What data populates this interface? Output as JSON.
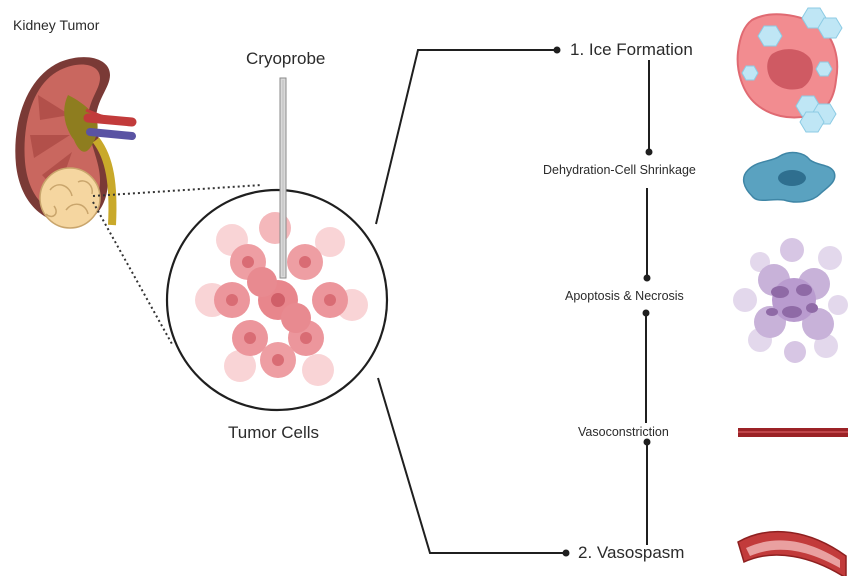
{
  "labels": {
    "kidney_tumor": "Kidney Tumor",
    "cryoprobe": "Cryoprobe",
    "tumor_cells": "Tumor Cells",
    "ice_formation": "1.  Ice Formation",
    "dehydration": "Dehydration-Cell Shrinkage",
    "apoptosis": "Apoptosis & Necrosis",
    "vasoconstriction": "Vasoconstriction",
    "vasospasm": "2. Vasospasm"
  },
  "colors": {
    "connector": "#1f1f1f",
    "tumor_cell": "#e8868c",
    "kidney_tissue": "#c9675f",
    "tumor_mass": "#f5d6a0",
    "ice_crystal": "#bfe6f5",
    "shrunk_cell": "#5aa2c0",
    "necrosis": "#9a78b0",
    "vessel": "#9b2226"
  }
}
